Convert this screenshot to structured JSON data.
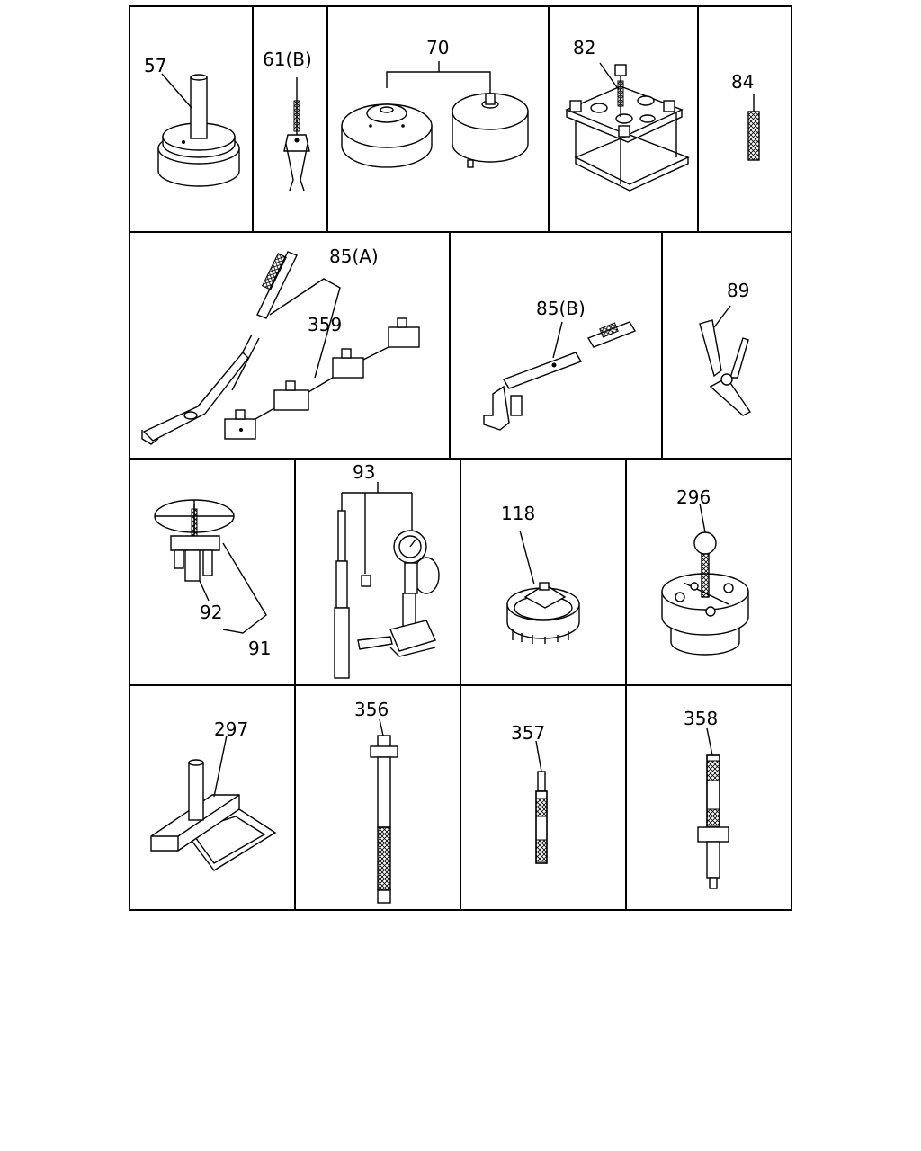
{
  "callouts": {
    "c57": "57",
    "c61b": "61(B)",
    "c70": "70",
    "c82": "82",
    "c84": "84",
    "c85a": "85(A)",
    "c359": "359",
    "c85b": "85(B)",
    "c89": "89",
    "c93": "93",
    "c118": "118",
    "c296": "296",
    "c92": "92",
    "c91": "91",
    "c297": "297",
    "c356": "356",
    "c357": "357",
    "c358": "358"
  }
}
